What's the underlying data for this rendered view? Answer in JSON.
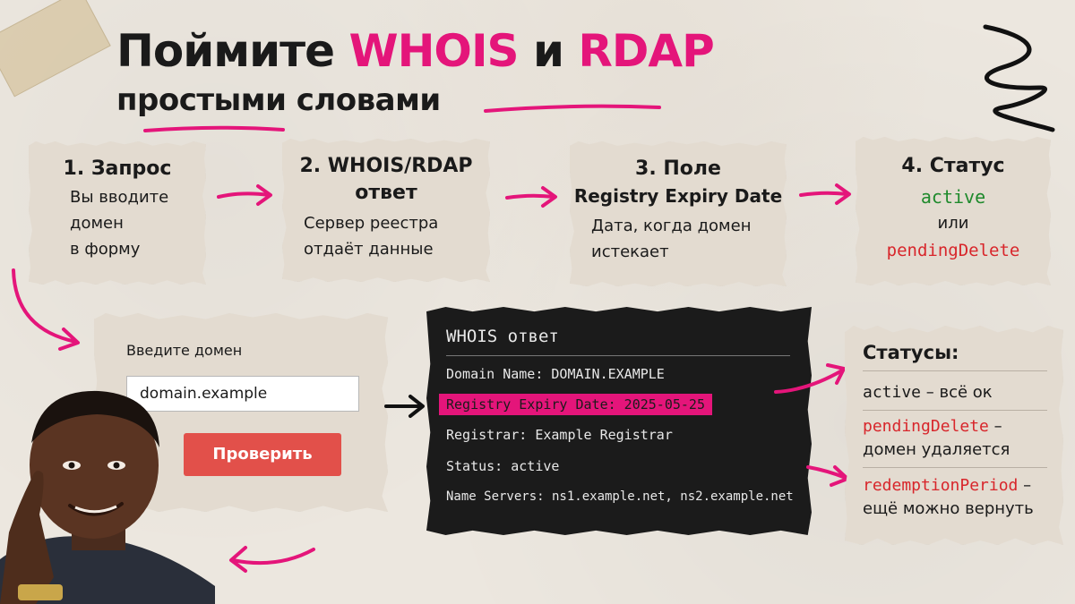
{
  "title": {
    "part1": "Поймите ",
    "highlight1": "WHOIS",
    "part2": " и ",
    "highlight2": "RDAP",
    "subtitle": "простыми словами"
  },
  "steps": [
    {
      "title": "1. Запрос",
      "body": [
        "Вы вводите",
        "домен",
        "в форму"
      ]
    },
    {
      "title_line1": "2. WHOIS/RDAP",
      "title_line2": "ответ",
      "body": [
        "Сервер реестра",
        "отдаёт данные"
      ]
    },
    {
      "title_line1": "3. Поле",
      "title_line2": "Registry Expiry Date",
      "body": [
        "Дата, когда домен",
        "истекает"
      ]
    },
    {
      "title": "4. Статус",
      "status_active": "active",
      "or": "или",
      "status_pending": "pendingDelete"
    }
  ],
  "form": {
    "label": "Введите домен",
    "input_value": "domain.example",
    "button_label": "Проверить"
  },
  "whois": {
    "title": "WHOIS ответ",
    "rows": [
      "Domain Name: DOMAIN.EXAMPLE",
      "Registry Expiry Date: 2025-05-25",
      "Registrar: Example Registrar",
      "Status: active",
      "Name Servers: ns1.example.net, ns2.example.net"
    ]
  },
  "statuses": {
    "title": "Статусы:",
    "items": [
      {
        "name": "active",
        "desc": " – всё ок"
      },
      {
        "name": "pendingDelete",
        "desc": " –",
        "desc2": "домен удаляется"
      },
      {
        "name": "redemptionPeriod",
        "desc": " –",
        "desc2": "ещё можно вернуть"
      }
    ]
  },
  "colors": {
    "accent_pink": "#e4157a",
    "green": "#1f8a2c",
    "red": "#d8262b",
    "button": "#e2504a"
  }
}
